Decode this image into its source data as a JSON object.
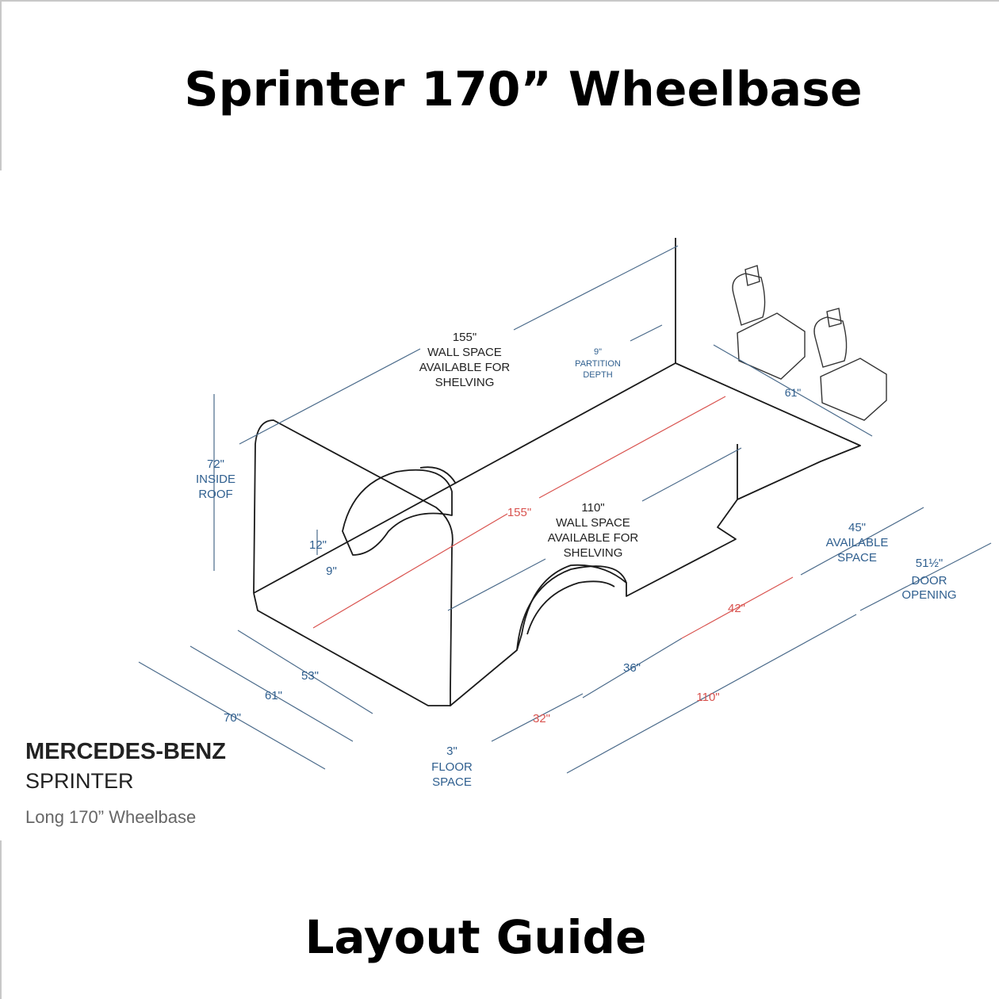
{
  "header": {
    "title": "Sprinter 170” Wheelbase"
  },
  "footer": {
    "title": "Layout Guide"
  },
  "brand": {
    "name": "MERCEDES-BENZ",
    "model": "SPRINTER",
    "subtitle": "Long 170” Wheelbase"
  },
  "colors": {
    "outline": "#1a1a1a",
    "dimension": "#4a6a8a",
    "accent": "#d9534f",
    "label": "#2f5f8f"
  },
  "labels": {
    "wall_155": [
      "155\"",
      "WALL SPACE",
      "AVAILABLE FOR",
      "SHELVING"
    ],
    "wall_110": [
      "110\"",
      "WALL SPACE",
      "AVAILABLE FOR",
      "SHELVING"
    ],
    "partition": [
      "9\"",
      "PARTITION",
      "DEPTH"
    ],
    "inside_roof": [
      "72\"",
      "INSIDE",
      "ROOF"
    ],
    "available_space": [
      "45\"",
      "AVAILABLE",
      "SPACE"
    ],
    "door_opening": [
      "51½\"",
      "DOOR",
      "OPENING"
    ],
    "floor_space": [
      "3\"",
      "FLOOR",
      "SPACE"
    ],
    "dim_61_top": "61\"",
    "dim_155_floor": "155\"",
    "dim_12": "12\"",
    "dim_9": "9\"",
    "dim_53": "53\"",
    "dim_61": "61\"",
    "dim_70": "70\"",
    "dim_42": "42\"",
    "dim_36": "36\"",
    "dim_110": "110\"",
    "dim_32": "32\""
  }
}
